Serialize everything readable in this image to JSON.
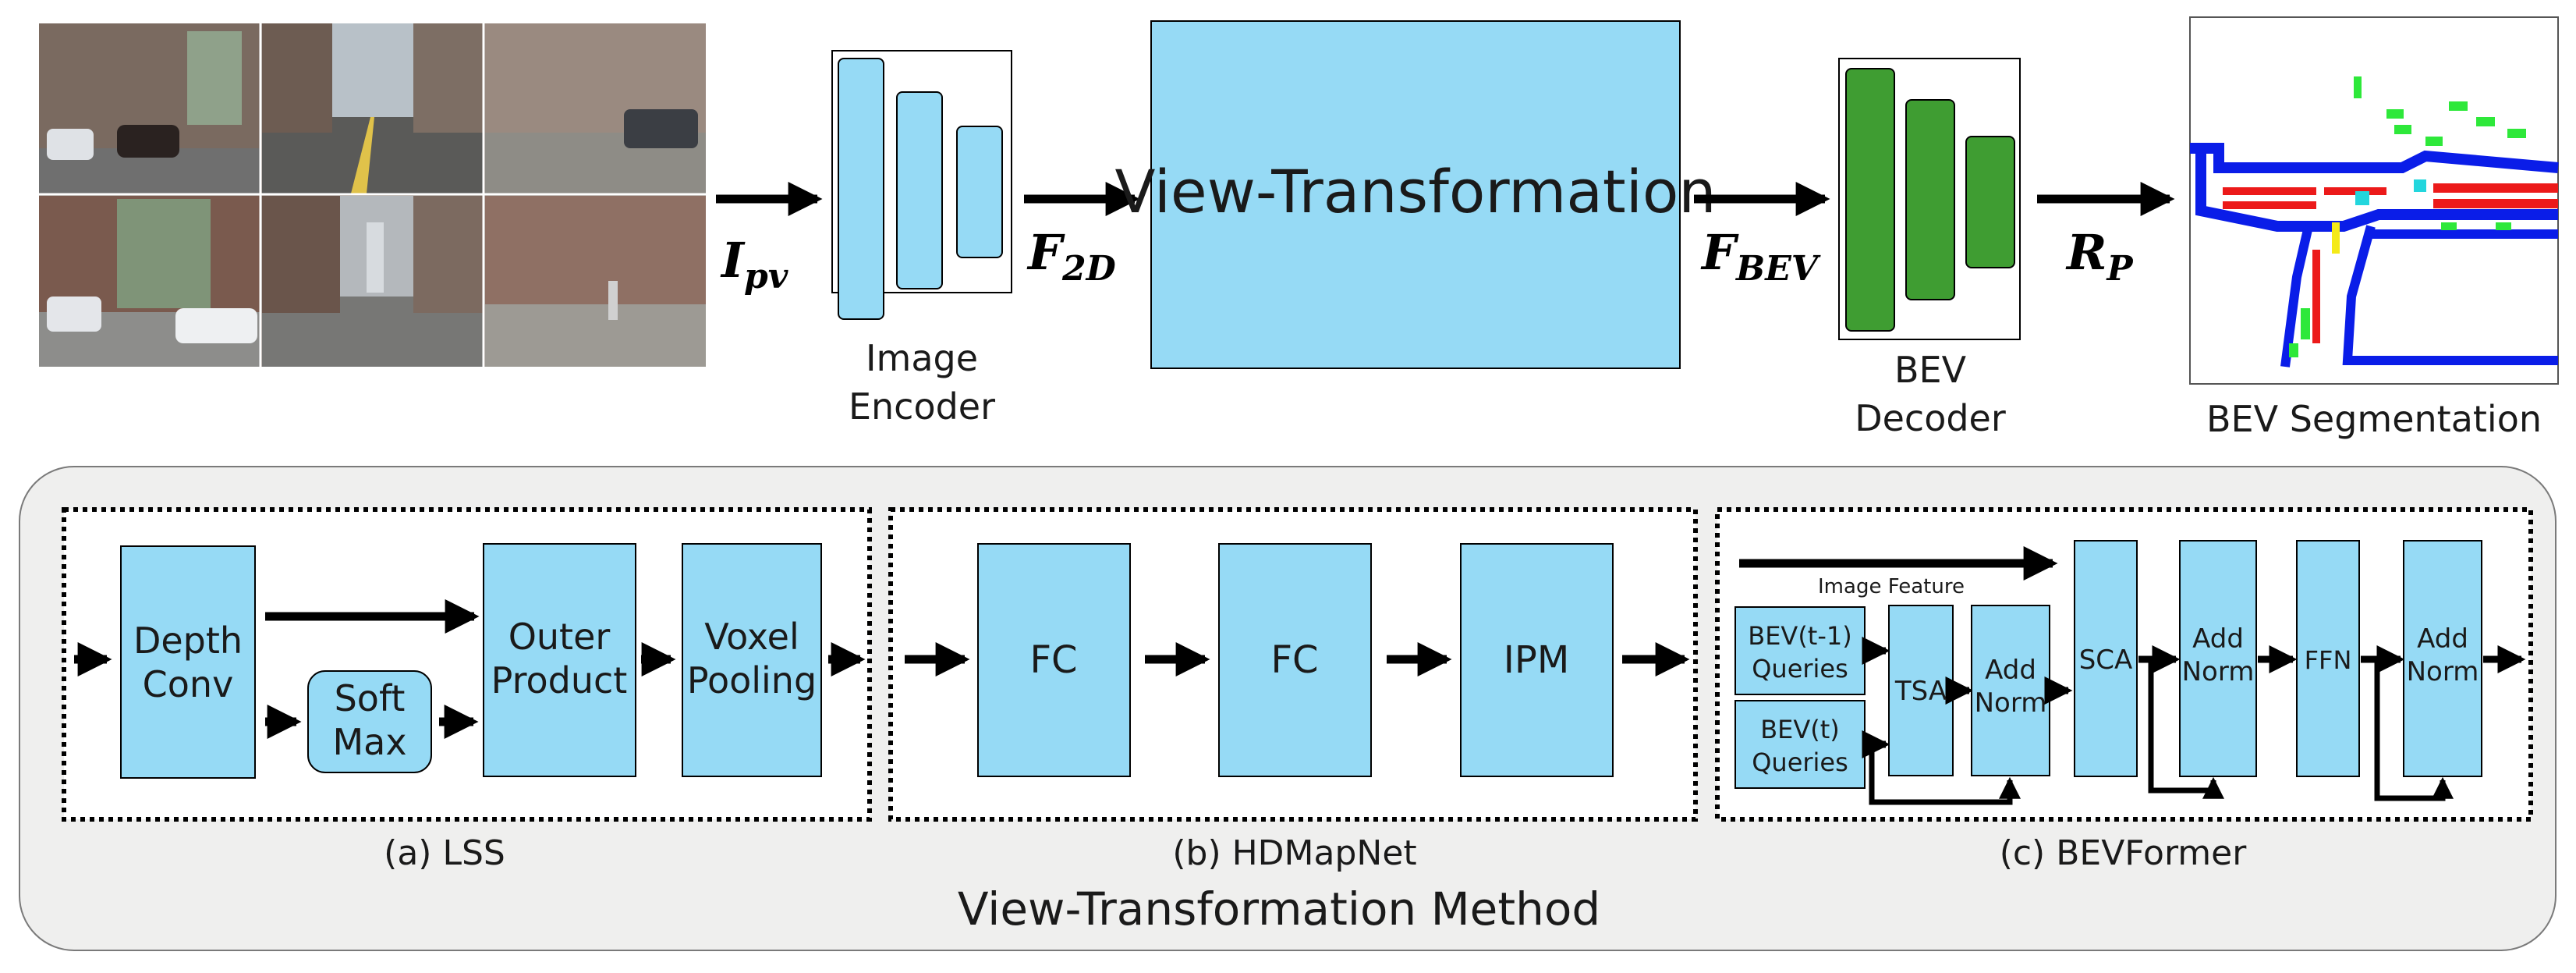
{
  "pipeline": {
    "input_symbol": {
      "base": "I",
      "sub": "pv"
    },
    "image_encoder_label": [
      "Image",
      "Encoder"
    ],
    "f2d_symbol": {
      "base": "F",
      "sub": "2D"
    },
    "view_transformation_label": "View-Transformation",
    "fbev_symbol": {
      "base": "F",
      "sub": "BEV"
    },
    "bev_decoder_label": [
      "BEV",
      "Decoder"
    ],
    "rp_symbol": {
      "base": "R",
      "sub": "P"
    },
    "bev_segmentation_label": "BEV Segmentation"
  },
  "methods": {
    "title": "View-Transformation Method",
    "lss": {
      "caption": "(a) LSS",
      "depth_conv": [
        "Depth",
        "Conv"
      ],
      "soft_max": [
        "Soft",
        "Max"
      ],
      "outer_product": [
        "Outer",
        "Product"
      ],
      "voxel_pooling": [
        "Voxel",
        "Pooling"
      ]
    },
    "hdmapnet": {
      "caption": "(b) HDMapNet",
      "fc1": "FC",
      "fc2": "FC",
      "ipm": "IPM"
    },
    "bevformer": {
      "caption": "(c) BEVFormer",
      "image_feature": "Image Feature",
      "bev_prev_queries": [
        "BEV(t-1)",
        "Queries"
      ],
      "bev_queries": [
        "BEV(t)",
        "Queries"
      ],
      "tsa": "TSA",
      "add_norm_1": [
        "Add",
        "Norm"
      ],
      "sca": "SCA",
      "add_norm_2": [
        "Add",
        "Norm"
      ],
      "ffn": "FFN",
      "add_norm_3": [
        "Add",
        "Norm"
      ]
    }
  },
  "colors": {
    "light_blue": "#96daf5",
    "dark_green": "#3f9d32",
    "panel_bg": "#efefee",
    "road_blue": "#0a1de8",
    "lane_red": "#ec1a1a",
    "marking_green": "#2ee83a",
    "crossing_yellow": "#f4ea18",
    "crossing_cyan": "#23d6dd"
  },
  "icons": [
    "camera-image-grid",
    "bev-segmentation-map"
  ]
}
